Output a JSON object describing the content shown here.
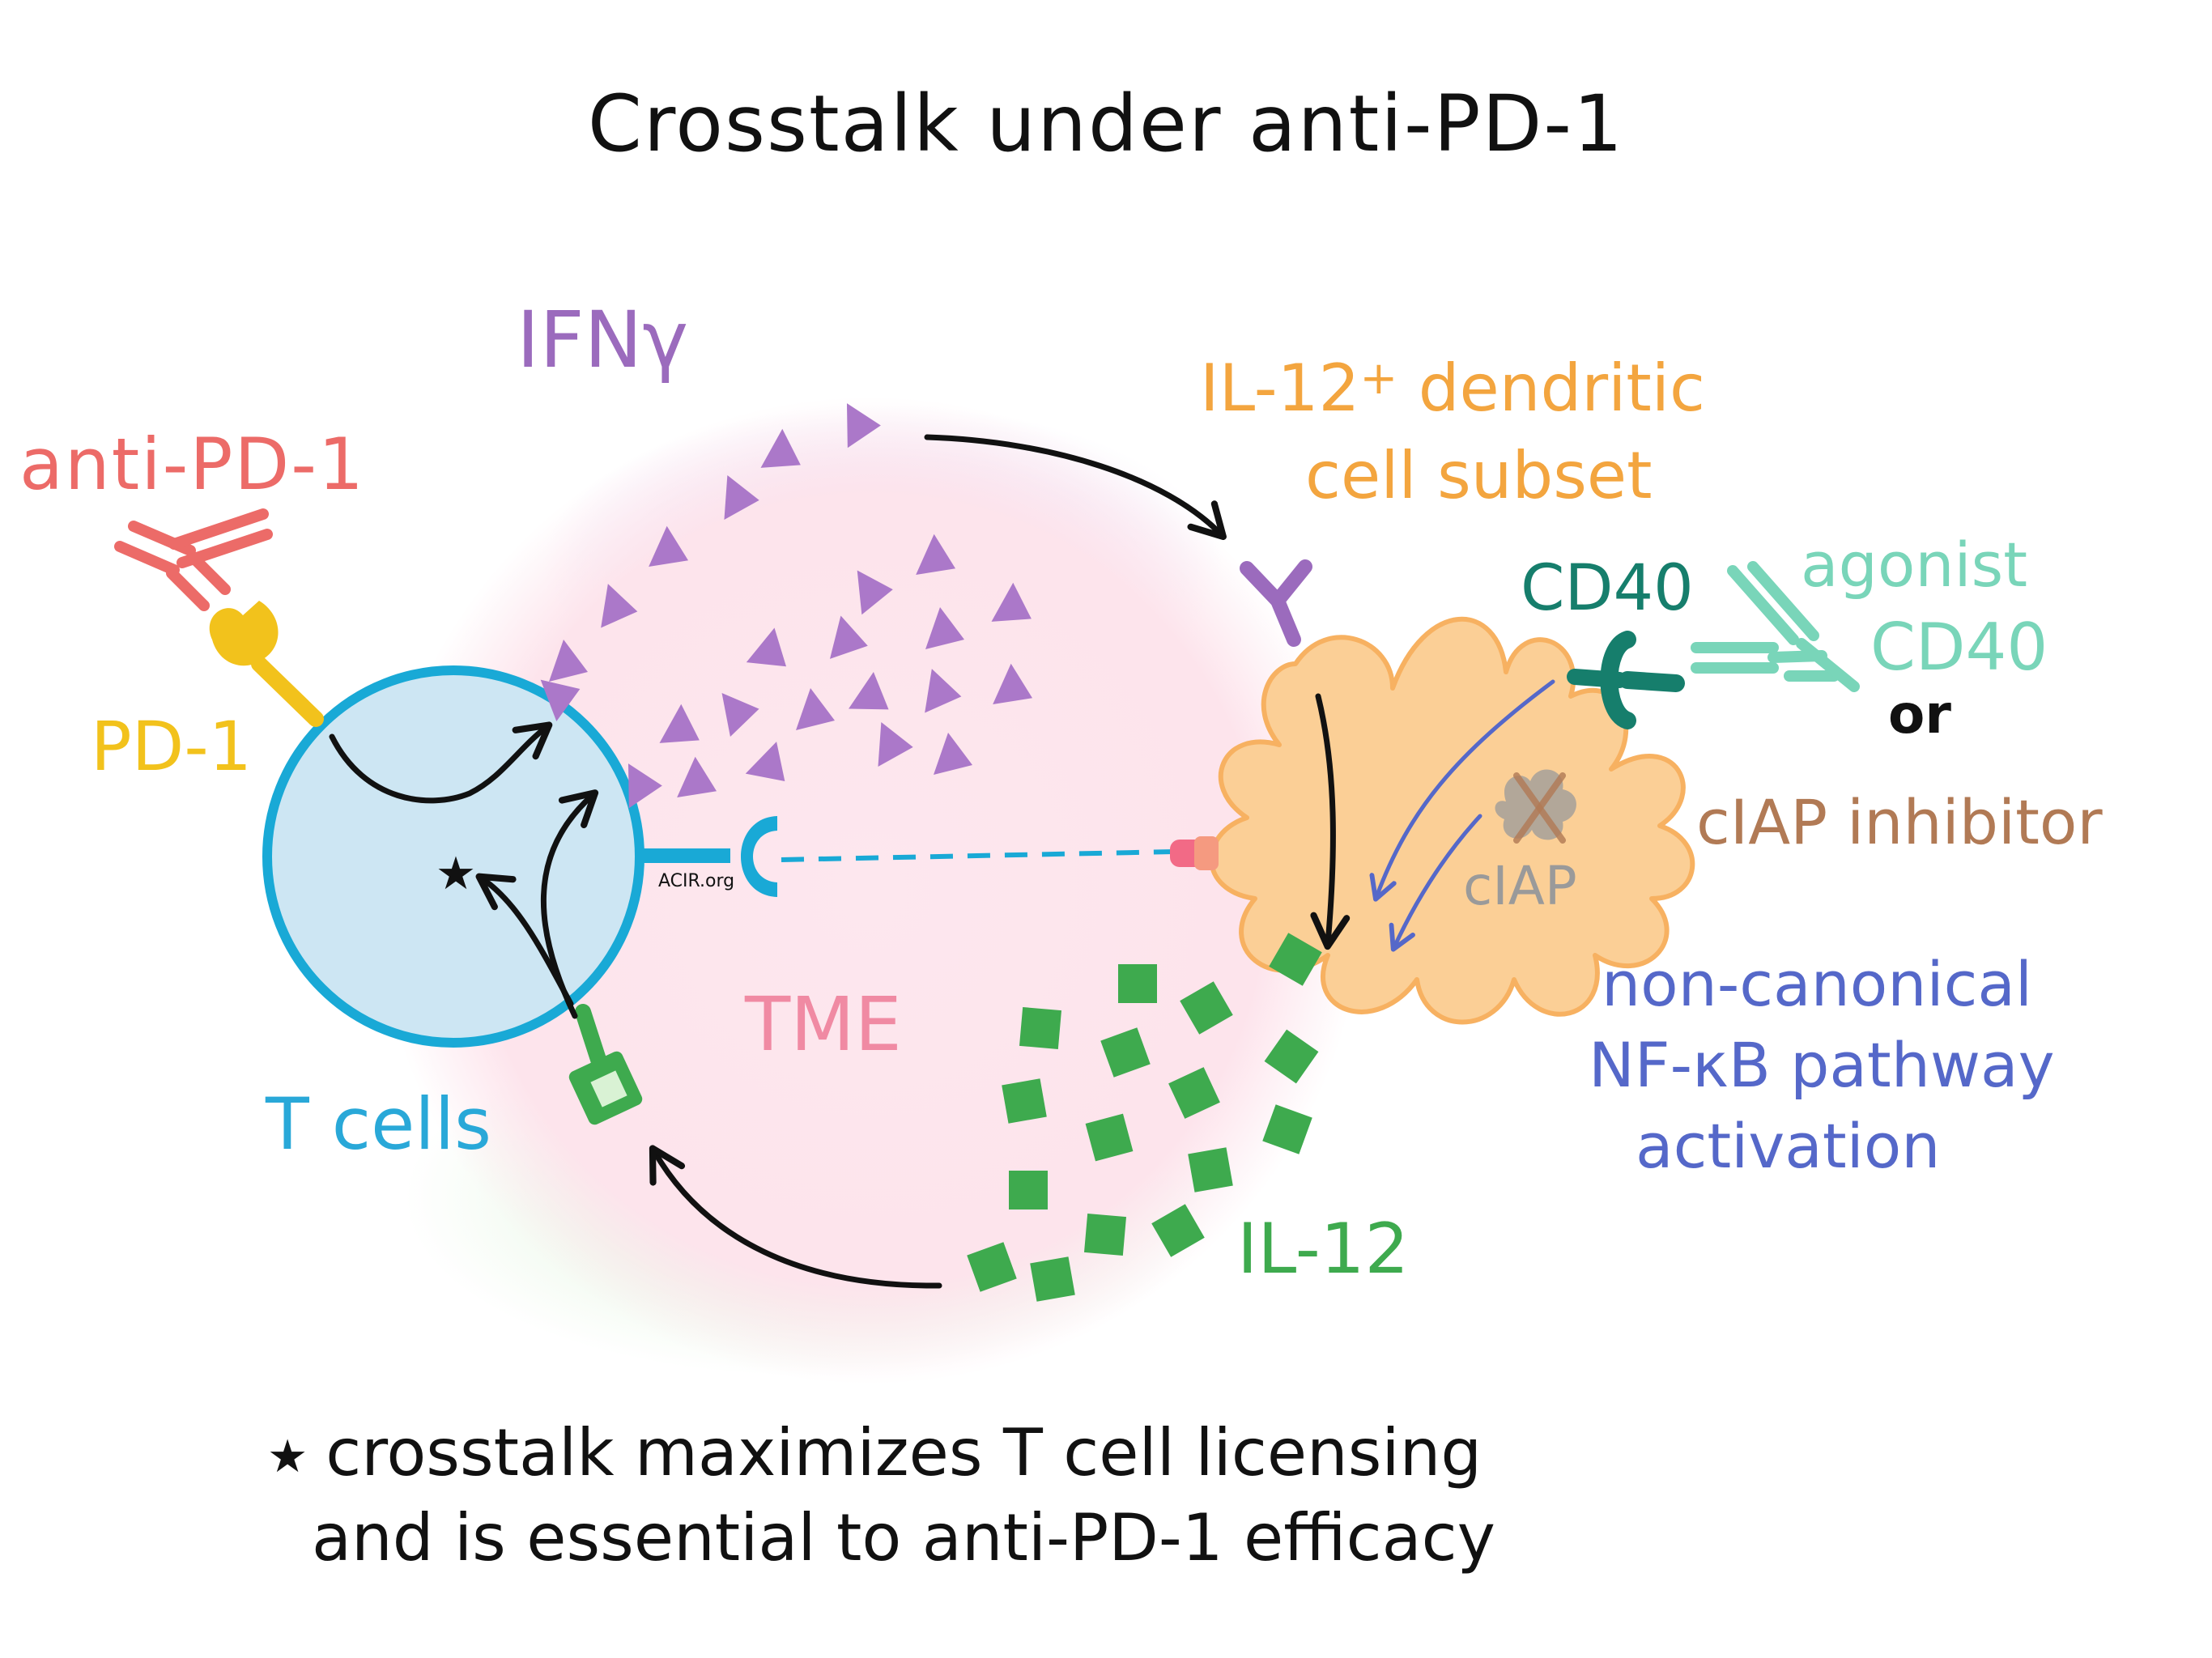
{
  "title": "Crosstalk under anti-PD-1",
  "labels": {
    "ifn_gamma": "IFNγ",
    "anti_pd1": "anti-PD-1",
    "pd1": "PD-1",
    "dc_line1": "IL-12",
    "dc_superscript": "+",
    "dc_line1_rest": " dendritic",
    "dc_line2": "cell subset",
    "cd40": "CD40",
    "agonist_line1": "agonist",
    "agonist_line2": "CD40",
    "or": "or",
    "ciap_inhibitor": "cIAP inhibitor",
    "ciap": "cIAP",
    "nfkb_line1": "non-canonical",
    "nfkb_line2": "NF-κB pathway",
    "nfkb_line3": "activation",
    "tme": "TME",
    "t_cells": "T cells",
    "il12": "IL-12",
    "watermark": "ACIR.org"
  },
  "footnote": {
    "star": "★",
    "line1": "crosstalk maximizes T cell licensing",
    "line2": "and is essential to anti-PD-1 efficacy"
  },
  "colors": {
    "ifn": "#9b6bbd",
    "anti_pd1": "#ec6b68",
    "pd1": "#f2c21c",
    "dendritic_cell": "#fbcf96",
    "cd40": "#167e6c",
    "agonist": "#79d5b9",
    "ciap_inhibitor": "#b17a55",
    "nfkb": "#5568c9",
    "tme": "#f08aa3",
    "t_cell": "#29a8d8",
    "il12": "#3eaa4e"
  }
}
